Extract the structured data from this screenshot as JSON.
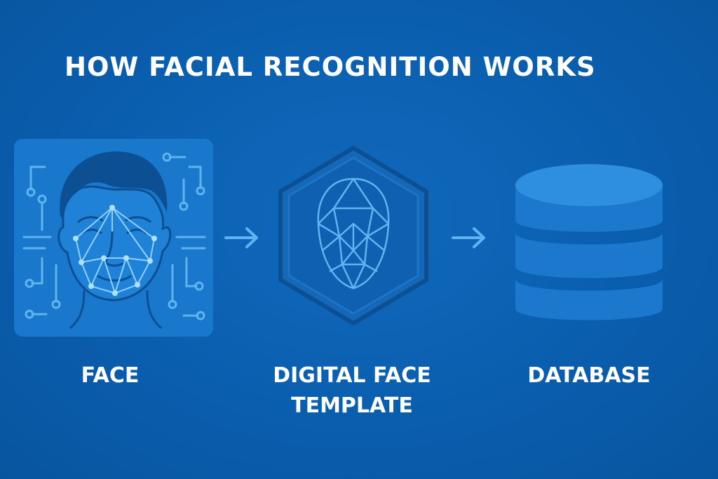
{
  "title": "HOW FACIAL RECOGNITION WORKS",
  "steps": [
    {
      "label": "FACE",
      "icon": "face-scan-icon"
    },
    {
      "label_line1": "DIGITAL FACE",
      "label_line2": "TEMPLATE",
      "icon": "face-mesh-hexagon-icon"
    },
    {
      "label": "DATABASE",
      "icon": "database-cylinder-icon"
    }
  ],
  "connectors": [
    "arrow-right-icon",
    "arrow-right-icon"
  ],
  "colors": {
    "background": "#0a5eae",
    "panel": "#1a7ad0",
    "line": "#5fb4f0",
    "text": "#ffffff",
    "database_top": "#2e8ee0",
    "database_body": "#1b78cc"
  }
}
